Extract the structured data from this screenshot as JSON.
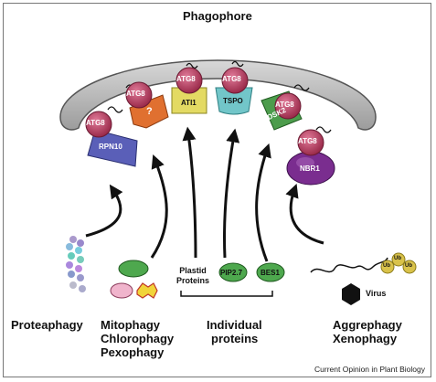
{
  "title": "Phagophore",
  "atg_label": "ATG8",
  "receptors": {
    "rpn10": "RPN10",
    "unknown": "?",
    "ati1": "ATI1",
    "tspo": "TSPO",
    "dsk2": "DSK2",
    "nbr1": "NBR1"
  },
  "substrates": {
    "plastid": "Plastid Proteins",
    "pip": "PIP2.7",
    "bes": "BES1",
    "virus": "Virus",
    "ub": "Ub"
  },
  "categories": {
    "proteaphagy": "Proteaphagy",
    "organelle": [
      "Mitophagy",
      "Chlorophagy",
      "Pexophagy"
    ],
    "individual": [
      "Individual",
      "proteins"
    ],
    "aggre": [
      "Aggrephagy",
      "Xenophagy"
    ]
  },
  "credit": "Current Opinion in Plant Biology",
  "colors": {
    "membrane": "#b5b5b5",
    "atg8": "#b83a5e",
    "rpn10": "#5a5fb8",
    "orange": "#e07030",
    "ati1": "#e3da63",
    "tspo": "#72c6c9",
    "dsk2": "#4c9c4c",
    "nbr1": "#7a2d8f",
    "green_substrate": "#4ea84e",
    "ub": "#d9c24a"
  }
}
